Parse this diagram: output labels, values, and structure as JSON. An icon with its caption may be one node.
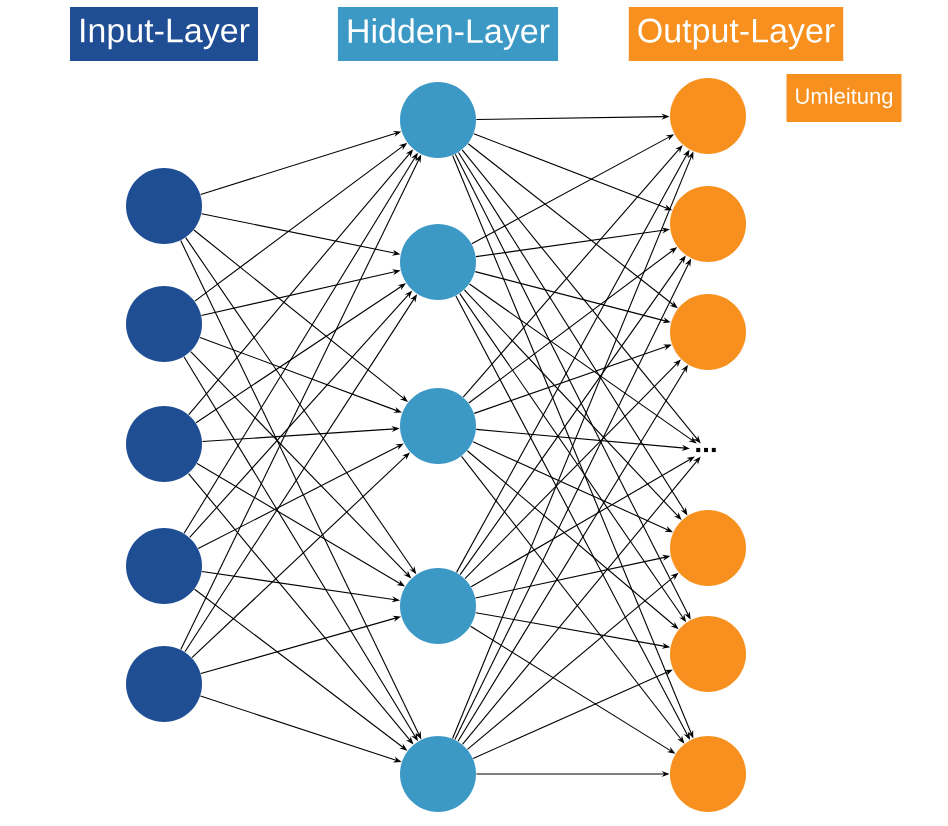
{
  "diagram": {
    "nodes": [
      {
        "text": [
          "Input-Layer"
        ]
      },
      {
        "text": [
          "Hidden-Layer"
        ]
      },
      {
        "text": [
          "Output-Layer"
        ]
      },
      {
        "text": [
          "Umleitung"
        ]
      },
      {
        "text": [],
        "shape": "circle"
      },
      {
        "text": [],
        "shape": "circle"
      },
      {
        "text": [],
        "shape": "circle"
      },
      {
        "text": [],
        "shape": "circle"
      },
      {
        "text": [],
        "shape": "circle"
      },
      {
        "text": [],
        "shape": "circle"
      },
      {
        "text": [],
        "shape": "circle"
      },
      {
        "text": [],
        "shape": "circle"
      },
      {
        "text": [],
        "shape": "circle"
      },
      {
        "text": [],
        "shape": "circle"
      },
      {
        "text": [],
        "shape": "circle"
      },
      {
        "text": [],
        "shape": "circle"
      },
      {
        "text": [],
        "shape": "circle"
      },
      {
        "text": [
          "..."
        ]
      },
      {
        "text": [],
        "shape": "circle"
      },
      {
        "text": [],
        "shape": "circle"
      },
      {
        "text": [],
        "shape": "circle"
      }
    ],
    "edges": [
      {
        "from": 4,
        "to": 9,
        "arrow": "to"
      },
      {
        "from": 4,
        "to": 10,
        "arrow": "to"
      },
      {
        "from": 4,
        "to": 11,
        "arrow": "to"
      },
      {
        "from": 4,
        "to": 12,
        "arrow": "to"
      },
      {
        "from": 4,
        "to": 13,
        "arrow": "to"
      },
      {
        "from": 5,
        "to": 9,
        "arrow": "to"
      },
      {
        "from": 5,
        "to": 10,
        "arrow": "to"
      },
      {
        "from": 5,
        "to": 11,
        "arrow": "to"
      },
      {
        "from": 5,
        "to": 12,
        "arrow": "to"
      },
      {
        "from": 5,
        "to": 13,
        "arrow": "to"
      },
      {
        "from": 6,
        "to": 9,
        "arrow": "to"
      },
      {
        "from": 6,
        "to": 10,
        "arrow": "to"
      },
      {
        "from": 6,
        "to": 11,
        "arrow": "to"
      },
      {
        "from": 6,
        "to": 12,
        "arrow": "to"
      },
      {
        "from": 6,
        "to": 13,
        "arrow": "to"
      },
      {
        "from": 7,
        "to": 9,
        "arrow": "to"
      },
      {
        "from": 7,
        "to": 10,
        "arrow": "to"
      },
      {
        "from": 7,
        "to": 11,
        "arrow": "to"
      },
      {
        "from": 7,
        "to": 12,
        "arrow": "to"
      },
      {
        "from": 7,
        "to": 13,
        "arrow": "to"
      },
      {
        "from": 8,
        "to": 9,
        "arrow": "to"
      },
      {
        "from": 8,
        "to": 10,
        "arrow": "to"
      },
      {
        "from": 8,
        "to": 11,
        "arrow": "to"
      },
      {
        "from": 8,
        "to": 12,
        "arrow": "to"
      },
      {
        "from": 8,
        "to": 13,
        "arrow": "to"
      },
      {
        "from": 9,
        "to": 14,
        "arrow": "to"
      },
      {
        "from": 9,
        "to": 15,
        "arrow": "to"
      },
      {
        "from": 9,
        "to": 16,
        "arrow": "to"
      },
      {
        "from": 9,
        "to": 17,
        "arrow": "to"
      },
      {
        "from": 9,
        "to": 18,
        "arrow": "to"
      },
      {
        "from": 9,
        "to": 19,
        "arrow": "to"
      },
      {
        "from": 9,
        "to": 20,
        "arrow": "to"
      },
      {
        "from": 10,
        "to": 14,
        "arrow": "to"
      },
      {
        "from": 10,
        "to": 15,
        "arrow": "to"
      },
      {
        "from": 10,
        "to": 16,
        "arrow": "to"
      },
      {
        "from": 10,
        "to": 17,
        "arrow": "to"
      },
      {
        "from": 10,
        "to": 18,
        "arrow": "to"
      },
      {
        "from": 10,
        "to": 19,
        "arrow": "to"
      },
      {
        "from": 10,
        "to": 20,
        "arrow": "to"
      },
      {
        "from": 11,
        "to": 14,
        "arrow": "to"
      },
      {
        "from": 11,
        "to": 15,
        "arrow": "to"
      },
      {
        "from": 11,
        "to": 16,
        "arrow": "to"
      },
      {
        "from": 11,
        "to": 17,
        "arrow": "to"
      },
      {
        "from": 11,
        "to": 18,
        "arrow": "to"
      },
      {
        "from": 11,
        "to": 19,
        "arrow": "to"
      },
      {
        "from": 11,
        "to": 20,
        "arrow": "to"
      },
      {
        "from": 12,
        "to": 14,
        "arrow": "to"
      },
      {
        "from": 12,
        "to": 15,
        "arrow": "to"
      },
      {
        "from": 12,
        "to": 16,
        "arrow": "to"
      },
      {
        "from": 12,
        "to": 17,
        "arrow": "to"
      },
      {
        "from": 12,
        "to": 18,
        "arrow": "to"
      },
      {
        "from": 12,
        "to": 19,
        "arrow": "to"
      },
      {
        "from": 12,
        "to": 20,
        "arrow": "to"
      },
      {
        "from": 13,
        "to": 14,
        "arrow": "to"
      },
      {
        "from": 13,
        "to": 15,
        "arrow": "to"
      },
      {
        "from": 13,
        "to": 16,
        "arrow": "to"
      },
      {
        "from": 13,
        "to": 17,
        "arrow": "to"
      },
      {
        "from": 13,
        "to": 18,
        "arrow": "to"
      },
      {
        "from": 13,
        "to": 19,
        "arrow": "to"
      },
      {
        "from": 13,
        "to": 20,
        "arrow": "to"
      }
    ]
  }
}
